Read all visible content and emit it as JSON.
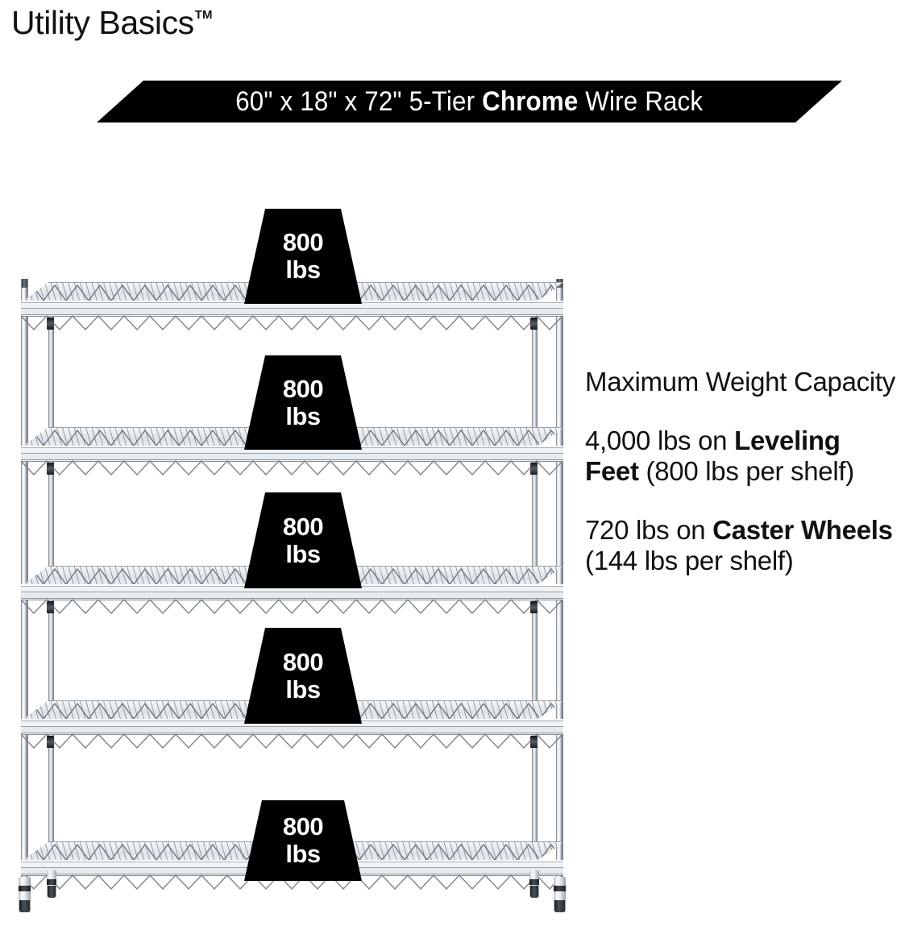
{
  "brand": {
    "name": "Utility Basics",
    "trademark": "TM"
  },
  "banner": {
    "dimensions": "60\" x 18\" x 72\"",
    "tier": "5-Tier",
    "material": "Chrome",
    "product": "Wire Rack",
    "full_text": "60\" x 18\" x 72\" 5-Tier Chrome Wire Rack",
    "background_color": "#000000",
    "text_color": "#ffffff"
  },
  "product": {
    "type": "chrome-wire-shelving-rack",
    "shelf_count": 5,
    "per_shelf_capacity": "800 lbs"
  },
  "badges": [
    {
      "num": "800",
      "unit": "lbs"
    },
    {
      "num": "800",
      "unit": "lbs"
    },
    {
      "num": "800",
      "unit": "lbs"
    },
    {
      "num": "800",
      "unit": "lbs"
    },
    {
      "num": "800",
      "unit": "lbs"
    }
  ],
  "capacity": {
    "heading": "Maximum Weight Capacity",
    "leveling_feet": {
      "total": "4,000 lbs",
      "on_label": " lbs on ",
      "prefix": "4,000",
      "emphasis": "Leveling Feet",
      "suffix": " (800 lbs per shelf)",
      "full_text": "4,000 lbs on Leveling Feet (800 lbs per shelf)"
    },
    "caster_wheels": {
      "total": "720 lbs",
      "prefix": "720",
      "on_label": " lbs on ",
      "emphasis": "Caster Wheels",
      "suffix": " (144 lbs per shelf)",
      "full_text": "720 lbs on Caster Wheels (144 lbs per shelf)"
    }
  },
  "colors": {
    "background": "#ffffff",
    "text": "#111111",
    "accent": "#000000",
    "chrome_light": "#f2f4f6",
    "chrome_dark": "#8d949b"
  }
}
